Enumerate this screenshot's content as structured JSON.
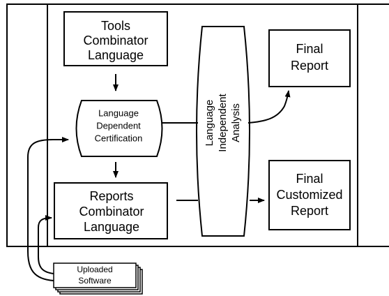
{
  "nodes": {
    "tools": {
      "line1": "Tools",
      "line2": "Combinator",
      "line3": "Language"
    },
    "cert": {
      "line1": "Language",
      "line2": "Dependent",
      "line3": "Certification"
    },
    "reports": {
      "line1": "Reports",
      "line2": "Combinator",
      "line3": "Language"
    },
    "analysis": {
      "line1": "Language",
      "line2": "Independent",
      "line3": "Analysis"
    },
    "final_report": {
      "line1": "Final",
      "line2": "Report"
    },
    "final_custom": {
      "line1": "Final",
      "line2": "Customized",
      "line3": "Report"
    },
    "uploaded": {
      "line1": "Uploaded",
      "line2": "Software"
    }
  },
  "colors": {
    "stroke": "#000000",
    "fill": "#ffffff"
  }
}
